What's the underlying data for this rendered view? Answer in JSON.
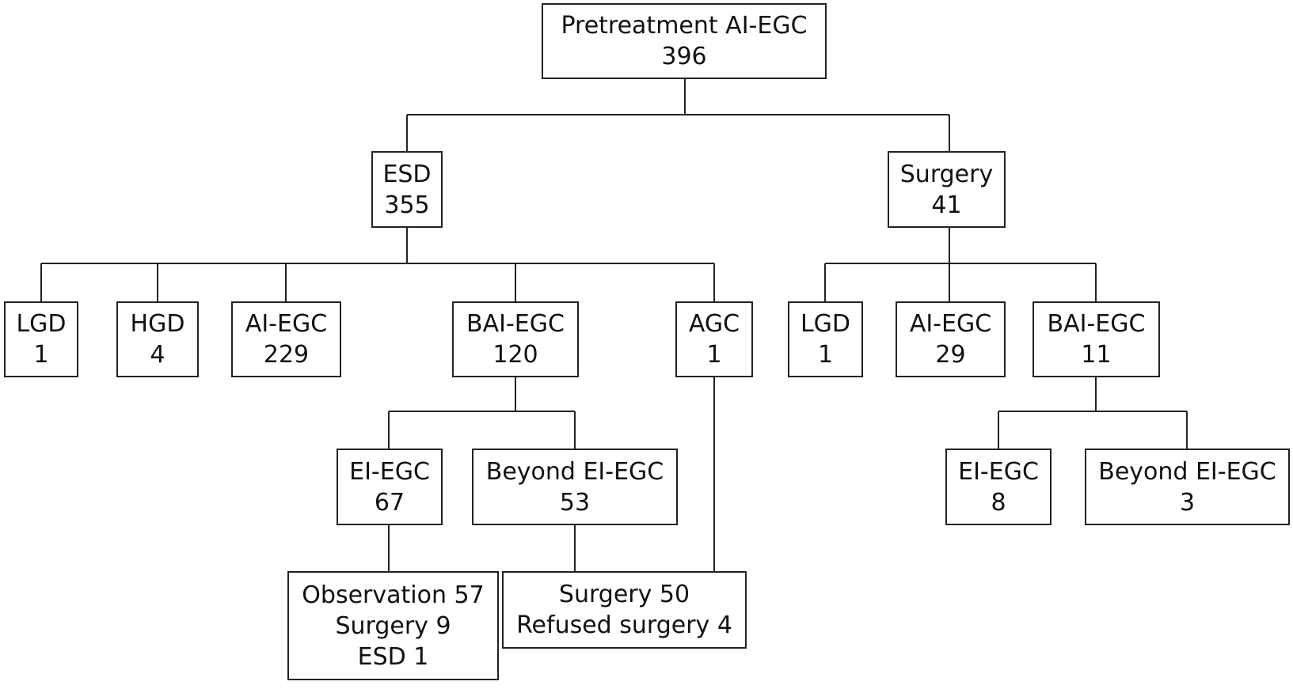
{
  "nodes": {
    "root": {
      "label": "Pretreatment AI-EGC",
      "count": "396"
    },
    "esd": {
      "label": "ESD",
      "count": "355"
    },
    "surgery": {
      "label": "Surgery",
      "count": "41"
    },
    "esd_lgd": {
      "label": "LGD",
      "count": "1"
    },
    "esd_hgd": {
      "label": "HGD",
      "count": "4"
    },
    "esd_ai_egc": {
      "label": "AI-EGC",
      "count": "229"
    },
    "esd_bai_egc": {
      "label": "BAI-EGC",
      "count": "120"
    },
    "esd_agc": {
      "label": "AGC",
      "count": "1"
    },
    "surg_lgd": {
      "label": "LGD",
      "count": "1"
    },
    "surg_ai_egc": {
      "label": "AI-EGC",
      "count": "29"
    },
    "surg_bai_egc": {
      "label": "BAI-EGC",
      "count": "11"
    },
    "esd_ei_egc": {
      "label": "EI-EGC",
      "count": "67"
    },
    "esd_beyond_ei_egc": {
      "label": "Beyond EI-EGC",
      "count": "53"
    },
    "surg_ei_egc": {
      "label": "EI-EGC",
      "count": "8"
    },
    "surg_beyond_ei_egc": {
      "label": "Beyond EI-EGC",
      "count": "3"
    },
    "outcome_ei": {
      "lines": [
        "Observation 57",
        "Surgery 9",
        "ESD 1"
      ]
    },
    "outcome_beyond": {
      "lines": [
        "Surgery 50",
        "Refused surgery 4"
      ]
    }
  }
}
